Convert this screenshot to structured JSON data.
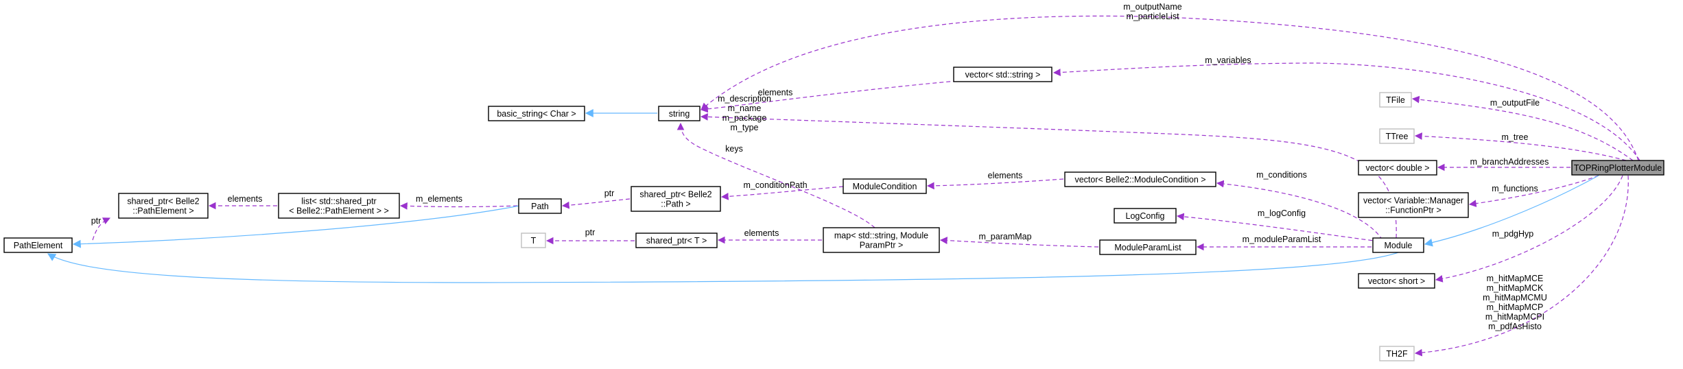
{
  "colors": {
    "usage": "#9a32cd",
    "inherit": "#63b8ff",
    "node_border": "#000000",
    "node_border_light": "#bfbfbf",
    "focus_fill": "#999999"
  },
  "nodes": {
    "top_ring_plotter_module": [
      "TOPRingPlotterModule"
    ],
    "string": [
      "string"
    ],
    "basic_string": [
      "basic_string< Char >"
    ],
    "vector_string": [
      "vector< std::string >"
    ],
    "tfile": [
      "TFile"
    ],
    "ttree": [
      "TTree"
    ],
    "vector_double": [
      "vector< double >"
    ],
    "vector_function_ptr": [
      "vector< Variable::Manager",
      "::FunctionPtr >"
    ],
    "vector_short": [
      "vector< short >"
    ],
    "th2f": [
      "TH2F"
    ],
    "module": [
      "Module"
    ],
    "module_condition": [
      "ModuleCondition"
    ],
    "vector_module_condition": [
      "vector< Belle2::ModuleCondition >"
    ],
    "log_config": [
      "LogConfig"
    ],
    "module_param_list": [
      "ModuleParamList"
    ],
    "map_param": [
      "map< std::string, Module",
      "ParamPtr >"
    ],
    "shared_ptr_t": [
      "shared_ptr< T >"
    ],
    "t": [
      "T"
    ],
    "shared_ptr_path": [
      "shared_ptr< Belle2",
      "::Path >"
    ],
    "path": [
      "Path"
    ],
    "list_path_element": [
      "list< std::shared_ptr",
      "< Belle2::PathElement > >"
    ],
    "shared_ptr_path_element": [
      "shared_ptr< Belle2",
      "::PathElement >"
    ],
    "path_element": [
      "PathElement"
    ]
  },
  "edge_labels": {
    "output_name": [
      "m_outputName",
      "m_particleList"
    ],
    "variables": [
      "m_variables"
    ],
    "elements_vector_string": [
      "elements"
    ],
    "basic_string_edge": [],
    "description": [
      "m_description",
      "m_name",
      "m_package",
      "m_type"
    ],
    "output_file": [
      "m_outputFile"
    ],
    "tree": [
      "m_tree"
    ],
    "branch_addresses": [
      "m_branchAddresses"
    ],
    "functions": [
      "m_functions"
    ],
    "pdg_hyp": [
      "m_pdgHyp"
    ],
    "hit_maps": [
      "m_hitMapMCE",
      "m_hitMapMCK",
      "m_hitMapMCMU",
      "m_hitMapMCP",
      "m_hitMapMCPI",
      "m_pdfAsHisto"
    ],
    "keys": [
      "keys"
    ],
    "conditions": [
      "m_conditions"
    ],
    "elements_conditions": [
      "elements"
    ],
    "condition_path": [
      "m_conditionPath"
    ],
    "ptr_path": [
      "ptr"
    ],
    "elements_path": [
      "m_elements"
    ],
    "elements_list": [
      "elements"
    ],
    "ptr_path_element": [
      "ptr"
    ],
    "log_config": [
      "m_logConfig"
    ],
    "module_param_list": [
      "m_moduleParamList"
    ],
    "param_map": [
      "m_paramMap"
    ],
    "elements_map": [
      "elements"
    ],
    "ptr_t": [
      "ptr"
    ]
  }
}
